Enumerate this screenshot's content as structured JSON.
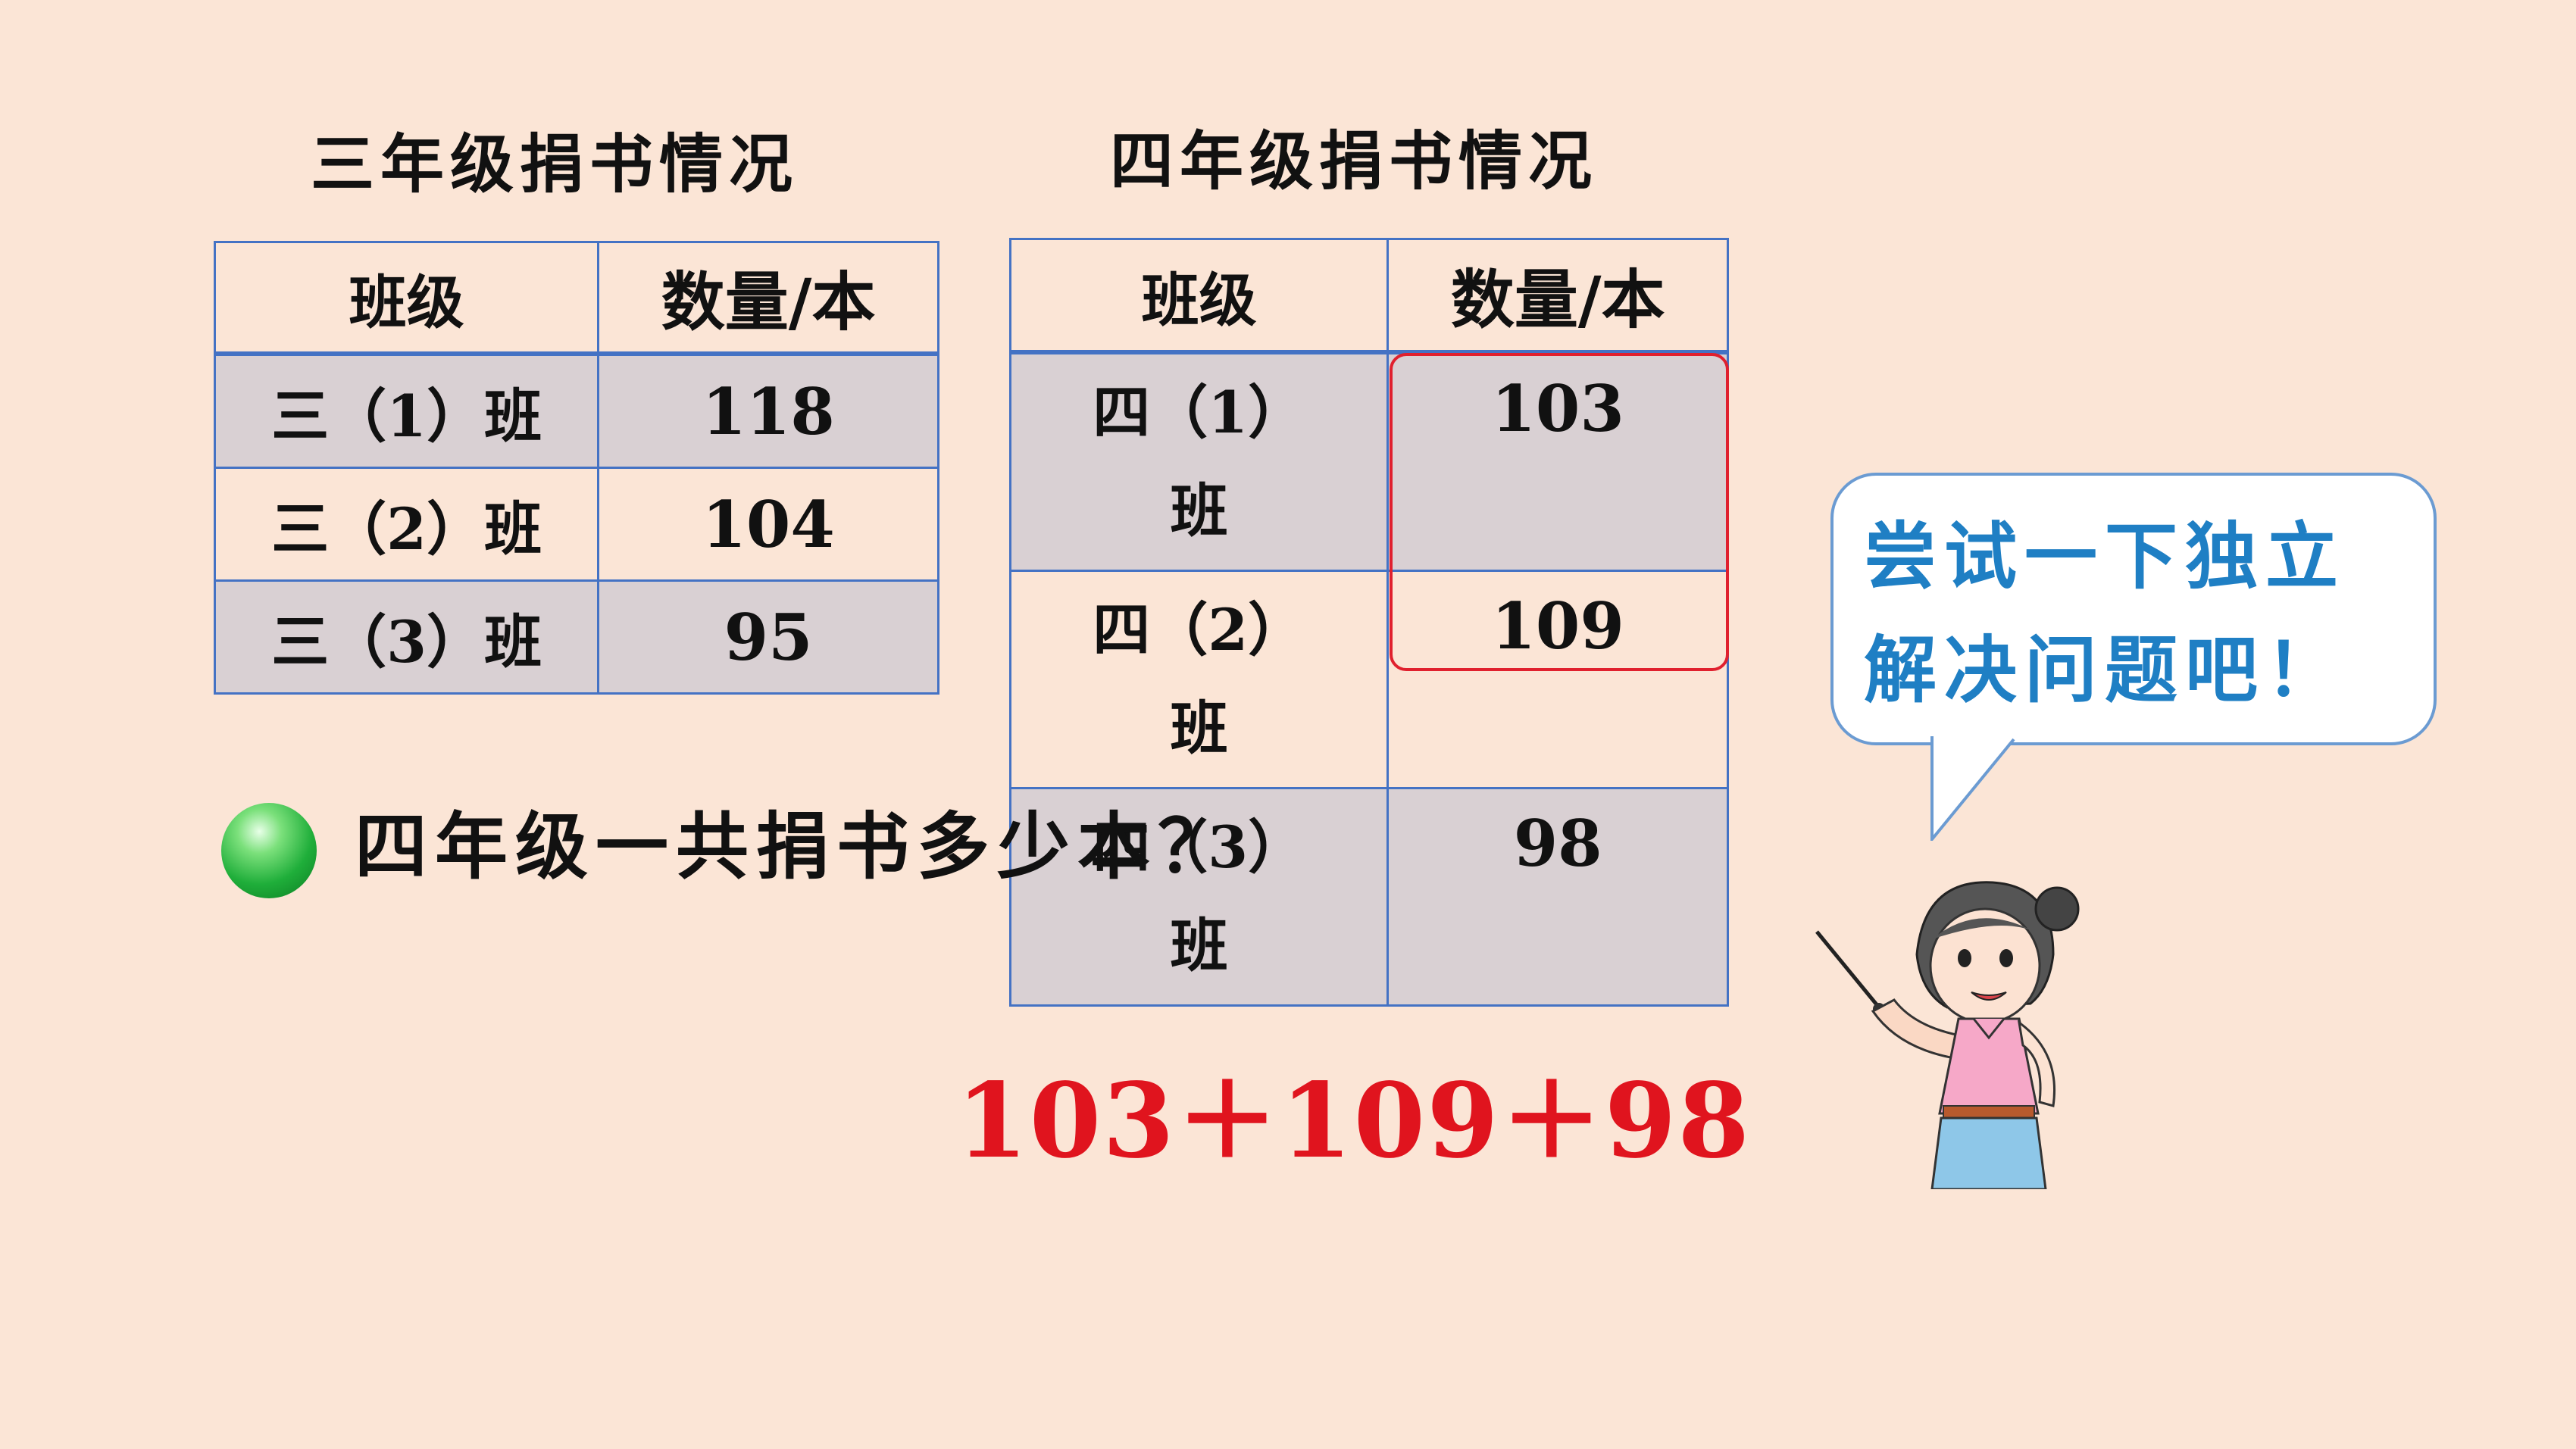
{
  "grade3": {
    "title": "三年级捐书情况",
    "headers": [
      "班级",
      "数量/本"
    ],
    "rows": [
      {
        "class": "三（1）班",
        "count": "118"
      },
      {
        "class": "三（2）班",
        "count": "104"
      },
      {
        "class": "三（3）班",
        "count": "95"
      }
    ]
  },
  "grade4": {
    "title": "四年级捐书情况",
    "headers": [
      "班级",
      "数量/本"
    ],
    "rows": [
      {
        "class_line1": "四（1）",
        "class_line2": "班",
        "count": "103"
      },
      {
        "class_line1": "四（2）",
        "class_line2": "班",
        "count": "109"
      },
      {
        "class_line1": "四（3）",
        "class_line2": "班",
        "count": "98"
      }
    ]
  },
  "question": "四年级一共捐书多少本？",
  "expression": "103＋109＋98",
  "speech_bubble": {
    "line1": "尝试一下独立",
    "line2": "解决问题吧！"
  },
  "colors": {
    "background": "#FBE5D6",
    "table_border": "#4472C4",
    "shaded_row": "#D9D0D3",
    "highlight": "#E0202E",
    "expression": "#E0141E",
    "bubble_text": "#1F7FC4",
    "bullet": "#1FAE3A"
  },
  "icons": {
    "bullet": "green-circle-bullet-icon",
    "teacher": "teacher-with-pointer-icon"
  }
}
